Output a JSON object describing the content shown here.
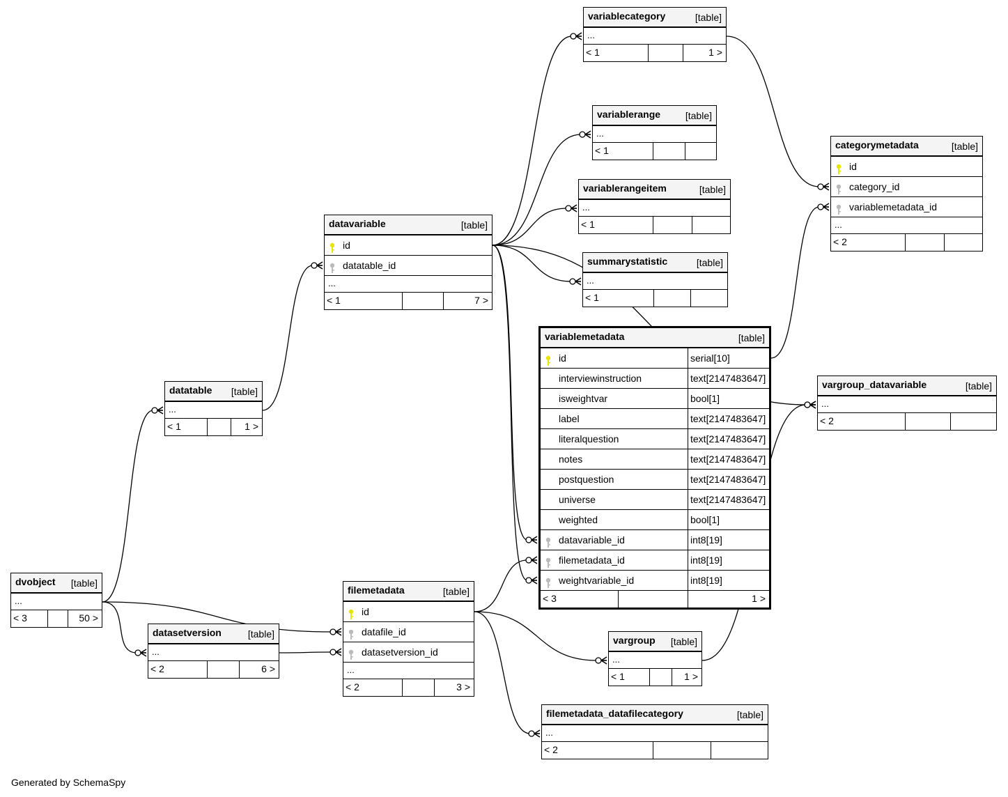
{
  "footer": "Generated by SchemaSpy",
  "colors": {
    "primary_key": "#e6e600",
    "foreign_key": "#bbbbbb",
    "header_bg": "#f4f4f4",
    "line": "#000000"
  },
  "type_label": "[table]",
  "more_label": "...",
  "tables": [
    {
      "id": "variablecategory",
      "name": "variablecategory",
      "columns": [],
      "more": true,
      "parents": "< 1",
      "children": "1 >"
    },
    {
      "id": "variablerange",
      "name": "variablerange",
      "columns": [],
      "more": true,
      "parents": "< 1",
      "children": ""
    },
    {
      "id": "variablerangeitem",
      "name": "variablerangeitem",
      "columns": [],
      "more": true,
      "parents": "< 1",
      "children": ""
    },
    {
      "id": "summarystatistic",
      "name": "summarystatistic",
      "columns": [],
      "more": true,
      "parents": "< 1",
      "children": ""
    },
    {
      "id": "categorymetadata",
      "name": "categorymetadata",
      "columns": [
        {
          "name": "id",
          "key": "pk"
        },
        {
          "name": "category_id",
          "key": "fk"
        },
        {
          "name": "variablemetadata_id",
          "key": "fk"
        }
      ],
      "more": true,
      "parents": "< 2",
      "children": ""
    },
    {
      "id": "datavariable",
      "name": "datavariable",
      "columns": [
        {
          "name": "id",
          "key": "pk"
        },
        {
          "name": "datatable_id",
          "key": "fk"
        }
      ],
      "more": true,
      "parents": "< 1",
      "children": "7 >"
    },
    {
      "id": "datatable",
      "name": "datatable",
      "columns": [],
      "more": true,
      "parents": "< 1",
      "children": "1 >"
    },
    {
      "id": "variablemetadata",
      "name": "variablemetadata",
      "focus": true,
      "columns": [
        {
          "name": "id",
          "key": "pk",
          "type": "serial[10]"
        },
        {
          "name": "interviewinstruction",
          "key": "",
          "type": "text[2147483647]"
        },
        {
          "name": "isweightvar",
          "key": "",
          "type": "bool[1]"
        },
        {
          "name": "label",
          "key": "",
          "type": "text[2147483647]"
        },
        {
          "name": "literalquestion",
          "key": "",
          "type": "text[2147483647]"
        },
        {
          "name": "notes",
          "key": "",
          "type": "text[2147483647]"
        },
        {
          "name": "postquestion",
          "key": "",
          "type": "text[2147483647]"
        },
        {
          "name": "universe",
          "key": "",
          "type": "text[2147483647]"
        },
        {
          "name": "weighted",
          "key": "",
          "type": "bool[1]"
        },
        {
          "name": "datavariable_id",
          "key": "fk",
          "type": "int8[19]"
        },
        {
          "name": "filemetadata_id",
          "key": "fk",
          "type": "int8[19]"
        },
        {
          "name": "weightvariable_id",
          "key": "fk",
          "type": "int8[19]"
        }
      ],
      "more": false,
      "parents": "< 3",
      "children": "1 >"
    },
    {
      "id": "vargroup_datavariable",
      "name": "vargroup_datavariable",
      "columns": [],
      "more": true,
      "parents": "< 2",
      "children": ""
    },
    {
      "id": "dvobject",
      "name": "dvobject",
      "columns": [],
      "more": true,
      "parents": "< 3",
      "children": "50 >"
    },
    {
      "id": "datasetversion",
      "name": "datasetversion",
      "columns": [],
      "more": true,
      "parents": "< 2",
      "children": "6 >"
    },
    {
      "id": "filemetadata",
      "name": "filemetadata",
      "columns": [
        {
          "name": "id",
          "key": "pk"
        },
        {
          "name": "datafile_id",
          "key": "fk"
        },
        {
          "name": "datasetversion_id",
          "key": "fk"
        }
      ],
      "more": true,
      "parents": "< 2",
      "children": "3 >"
    },
    {
      "id": "vargroup",
      "name": "vargroup",
      "columns": [],
      "more": true,
      "parents": "< 1",
      "children": "1 >"
    },
    {
      "id": "filemetadata_datafilecategory",
      "name": "filemetadata_datafilecategory",
      "columns": [],
      "more": true,
      "parents": "< 2",
      "children": ""
    }
  ],
  "relationships": [
    {
      "from": "datatable",
      "to": "datavariable.datatable_id"
    },
    {
      "from": "datavariable.id",
      "to": "variablecategory"
    },
    {
      "from": "datavariable.id",
      "to": "variablerange"
    },
    {
      "from": "datavariable.id",
      "to": "variablerangeitem"
    },
    {
      "from": "datavariable.id",
      "to": "summarystatistic"
    },
    {
      "from": "datavariable.id",
      "to": "vargroup_datavariable"
    },
    {
      "from": "datavariable.id",
      "to": "variablemetadata.datavariable_id"
    },
    {
      "from": "datavariable.id",
      "to": "variablemetadata.weightvariable_id"
    },
    {
      "from": "variablecategory",
      "to": "categorymetadata.category_id"
    },
    {
      "from": "variablemetadata.id",
      "to": "categorymetadata.variablemetadata_id"
    },
    {
      "from": "dvobject",
      "to": "datatable"
    },
    {
      "from": "dvobject",
      "to": "datasetversion"
    },
    {
      "from": "dvobject",
      "to": "filemetadata.datafile_id"
    },
    {
      "from": "datasetversion",
      "to": "filemetadata.datasetversion_id"
    },
    {
      "from": "filemetadata.id",
      "to": "variablemetadata.filemetadata_id"
    },
    {
      "from": "filemetadata.id",
      "to": "vargroup"
    },
    {
      "from": "filemetadata.id",
      "to": "filemetadata_datafilecategory"
    },
    {
      "from": "vargroup",
      "to": "vargroup_datavariable"
    }
  ]
}
